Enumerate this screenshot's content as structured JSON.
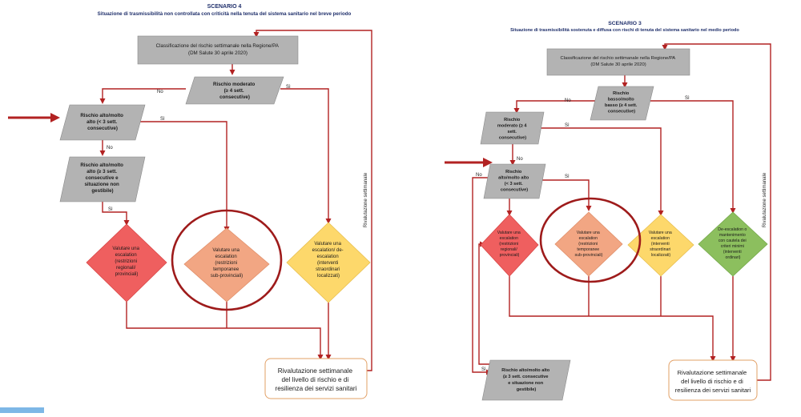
{
  "left": {
    "title": "SCENARIO 4",
    "subtitle": "Situazione di trasmissibilità non controllata con criticità nella tenuta del sistema sanitario nel breve periodo",
    "classification": [
      "Classificazione del rischio settimanale nella Regione/PA",
      "(DM Salute 30 aprile 2020)"
    ],
    "risk_moderate": [
      "Rischio moderato",
      "(≥ 4 sett.",
      "consecutive)"
    ],
    "risk_high": [
      "Rischio alto/molto",
      "alto (< 3 sett.",
      "consecutive)"
    ],
    "risk_high_unmanageable": [
      "Rischio alto/molto",
      "alto (≥ 3 sett.",
      "consecutive e",
      "situazione non",
      "gestibile)"
    ],
    "diamond_regional": [
      "Valutare una",
      "escalation",
      "(restrizioni",
      "regionali/",
      "provinciali)"
    ],
    "diamond_subprovincial": [
      "Valutare una",
      "escalation",
      "(restrizioni",
      "temporanee",
      "sub-provinciali)"
    ],
    "diamond_deescalation": [
      "Valutare una",
      "escalation/ de-",
      "escalation",
      "(interventi",
      "straordinari",
      "localizzati)"
    ],
    "reassessment": [
      "Rivalutazione settimanale",
      "del livello di rischio e di",
      "resilienza dei servizi sanitari"
    ],
    "label_no_1": "No",
    "label_si_1": "Sì",
    "label_si_2": "Sì",
    "label_no_2": "No",
    "label_si_3": "Sì",
    "side_label": "Rivalutazione settimanale"
  },
  "right": {
    "title": "SCENARIO 3",
    "subtitle": "Situazione di trasmissibilità sostenuta e diffusa con rischi di tenuta del sistema sanitario nel medio periodo",
    "classification": [
      "Classificazione del rischio settimanale nella Regione/PA",
      "(DM Salute 30 aprile 2020)"
    ],
    "risk_low": [
      "Rischio",
      "basso/molto",
      "basso (≥ 4 sett.",
      "consecutive)"
    ],
    "risk_moderate": [
      "Rischio",
      "moderato (≥ 4",
      "sett.",
      "consecutive)"
    ],
    "risk_high": [
      "Rischio",
      "alto/molto alto",
      "(< 3 sett.",
      "consecutive)"
    ],
    "risk_high_unmanageable": [
      "Rischio alto/molto alto",
      "(≥ 3 sett. consecutive",
      "e situazione non",
      "gestibile)"
    ],
    "diamond_regional": [
      "Valutare una",
      "escalation",
      "(restrizioni",
      "regionali/",
      "provinciali)"
    ],
    "diamond_subprovincial": [
      "Valutare una",
      "escalation",
      "(restrizioni",
      "temporanee",
      "sub-provinciali)"
    ],
    "diamond_localized": [
      "Valutare una",
      "escalation",
      "(interventi",
      "straordinari",
      "localizzati)"
    ],
    "diamond_green": [
      "De-escalation o",
      "mantenimento",
      "con cautela dei",
      "criteri minimi",
      "(interventi",
      "ordinari)"
    ],
    "reassessment": [
      "Rivalutazione settimanale",
      "del livello di rischio e di",
      "resilienza dei servizi sanitari"
    ],
    "label_no_1": "No",
    "label_si_1": "Sì",
    "label_si_2": "Sì",
    "label_no_2": "No",
    "label_no_3": "No",
    "label_si_3": "Sì",
    "label_si_4": "Sì",
    "side_label": "Rivalutazione settimanale"
  },
  "colors": {
    "red_diamond": "#ef5f5f",
    "salmon_diamond": "#f2a683",
    "yellow_diamond": "#fdd86b",
    "green_diamond": "#8cbf5e",
    "connector": "#b22222",
    "grey_box": "#b3b3b3",
    "reassess_border": "#e2a066"
  }
}
